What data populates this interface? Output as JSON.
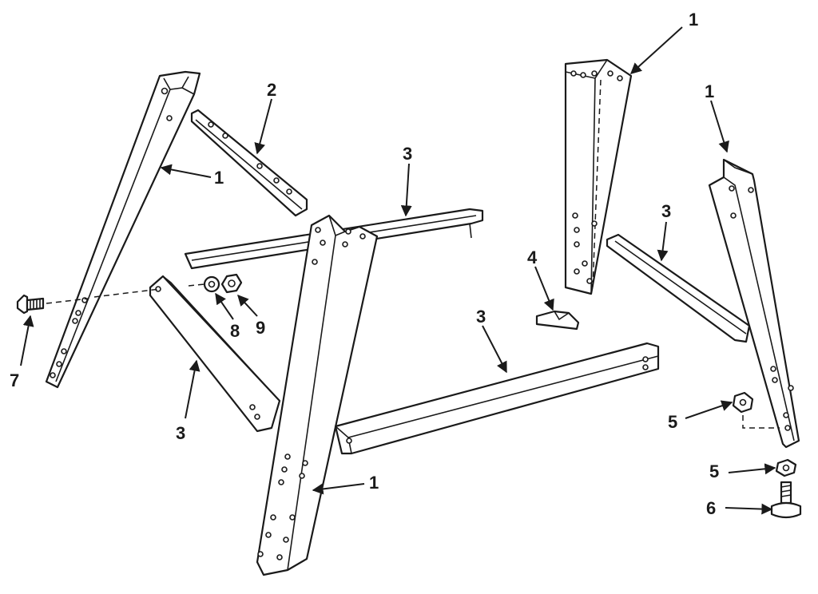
{
  "callouts": [
    {
      "id": "c1a",
      "text": "1"
    },
    {
      "id": "c1b",
      "text": "1"
    },
    {
      "id": "c1c",
      "text": "1"
    },
    {
      "id": "c1d",
      "text": "1"
    },
    {
      "id": "c2",
      "text": "2"
    },
    {
      "id": "c3a",
      "text": "3"
    },
    {
      "id": "c3b",
      "text": "3"
    },
    {
      "id": "c3c",
      "text": "3"
    },
    {
      "id": "c3d",
      "text": "3"
    },
    {
      "id": "c4",
      "text": "4"
    },
    {
      "id": "c5a",
      "text": "5"
    },
    {
      "id": "c5b",
      "text": "5"
    },
    {
      "id": "c6",
      "text": "6"
    },
    {
      "id": "c7",
      "text": "7"
    },
    {
      "id": "c8",
      "text": "8"
    },
    {
      "id": "c9",
      "text": "9"
    }
  ],
  "colors": {
    "line": "#1a1a1a",
    "background": "#ffffff"
  }
}
